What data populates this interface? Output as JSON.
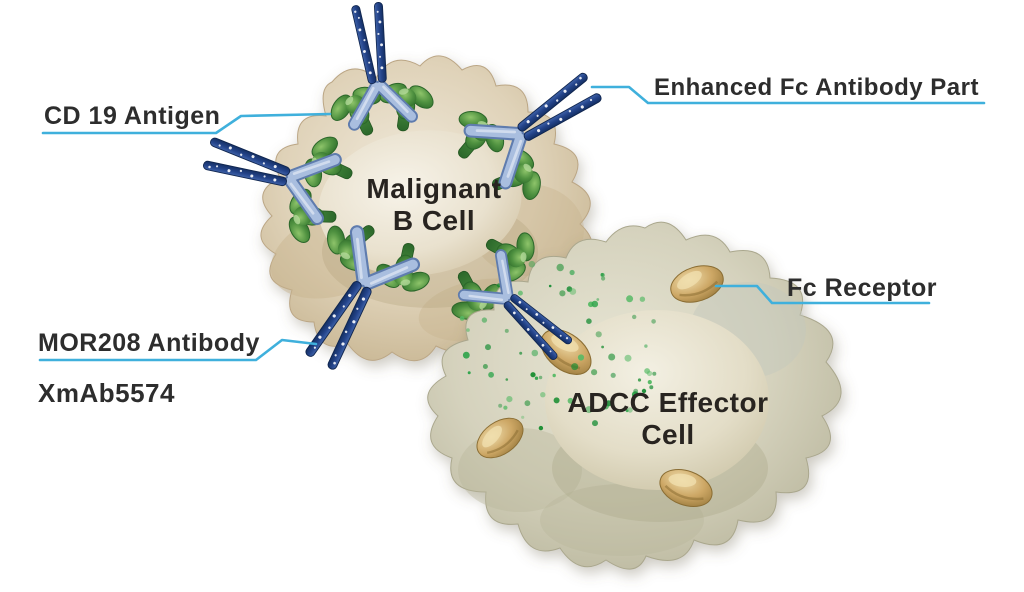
{
  "diagram": {
    "labels": {
      "cd19": "CD 19 Antigen",
      "enhanced_fc": "Enhanced Fc Antibody Part",
      "malignant_line1": "Malignant",
      "malignant_line2": "B Cell",
      "mor208": "MOR208 Antibody",
      "xmab": "XmAb5574",
      "fc_receptor": "Fc Receptor",
      "adcc_line1": "ADCC Effector",
      "adcc_line2": "Cell"
    },
    "colors": {
      "background": "#ffffff",
      "leader_line": "#3fb0dc",
      "label_text": "#2d2d2d",
      "antibody_fc_dark_blue": "#24448a",
      "antibody_fab_light_blue": "#a9bedf",
      "antigen_green": "#4f9140",
      "fc_receptor_tan": "#cda765",
      "b_cell_beige": "#dfd2b8",
      "effector_cell_olive": "#d5d2bd",
      "granule_green": "#2ea44a"
    }
  }
}
